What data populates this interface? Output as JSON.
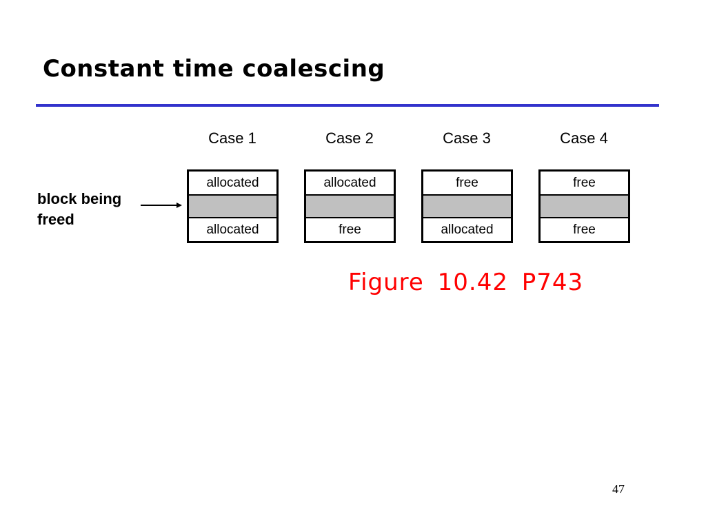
{
  "title": "Constant time coalescing",
  "accent_color": "#3333cc",
  "cases": [
    {
      "label": "Case 1",
      "top": "allocated",
      "bottom": "allocated"
    },
    {
      "label": "Case 2",
      "top": "allocated",
      "bottom": "free"
    },
    {
      "label": "Case 3",
      "top": "free",
      "bottom": "allocated"
    },
    {
      "label": "Case 4",
      "top": "free",
      "bottom": "free"
    }
  ],
  "freed_label": {
    "line1": "block being",
    "line2": "freed"
  },
  "figure_ref": "Figure 10.42  P743",
  "figure_ref_color": "#ff0000",
  "page_number": "47"
}
